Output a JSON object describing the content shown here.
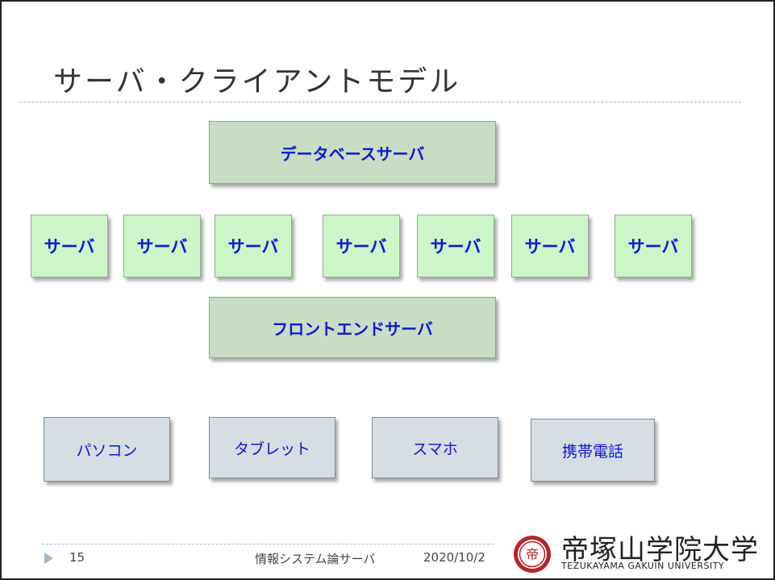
{
  "slide": {
    "title": "サーバ・クライアントモデル"
  },
  "diagram": {
    "database_server": "データベースサーバ",
    "servers": [
      "サーバ",
      "サーバ",
      "サーバ",
      "サーバ",
      "サーバ",
      "サーバ",
      "サーバ"
    ],
    "frontend_server": "フロントエンドサーバ",
    "clients": [
      "パソコン",
      "タブレット",
      "スマホ",
      "携帯電話"
    ]
  },
  "footer": {
    "page_number": "15",
    "course": "情報システム論サーバ",
    "date": "2020/10/2"
  },
  "logo": {
    "name": "帝塚山学院大学",
    "subtitle": "TEZUKAYAMA GAKUIN UNIVERSITY",
    "seal_text": "帝"
  },
  "colors": {
    "box_text": "#0b18d6",
    "server_green": "#ccf5c8",
    "tier_green": "#c9ddc4",
    "client_gray": "#d6dde3",
    "logo_red": "#b8232a"
  }
}
